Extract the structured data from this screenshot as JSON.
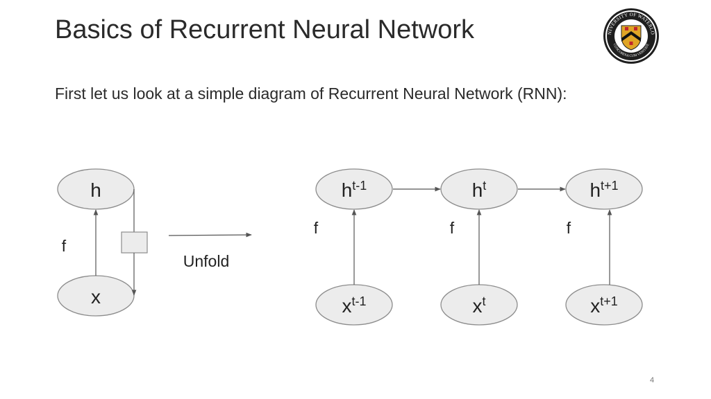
{
  "slide": {
    "title": "Basics of Recurrent Neural Network",
    "intro": "First let us look at a simple diagram of Recurrent Neural Network (RNN):",
    "page_number": "4"
  },
  "logo": {
    "ring_text": "UNIVERSITY OF WATERLOO",
    "motto": "CONCORDIA CUM VERITATE",
    "colors": {
      "ring": "#1f1f1f",
      "shield_gold": "#e0a526",
      "shield_red": "#c0262d",
      "chevron": "#111111"
    }
  },
  "folded": {
    "h_label": "h",
    "x_label": "x",
    "f_label": "f"
  },
  "unfold_label": "Unfold",
  "unfolded": {
    "h_nodes": [
      {
        "base": "h",
        "sup": "t-1"
      },
      {
        "base": "h",
        "sup": "t"
      },
      {
        "base": "h",
        "sup": "t+1"
      }
    ],
    "x_nodes": [
      {
        "base": "x",
        "sup": "t-1"
      },
      {
        "base": "x",
        "sup": "t"
      },
      {
        "base": "x",
        "sup": "t+1"
      }
    ],
    "f_labels": [
      "f",
      "f",
      "f"
    ]
  }
}
